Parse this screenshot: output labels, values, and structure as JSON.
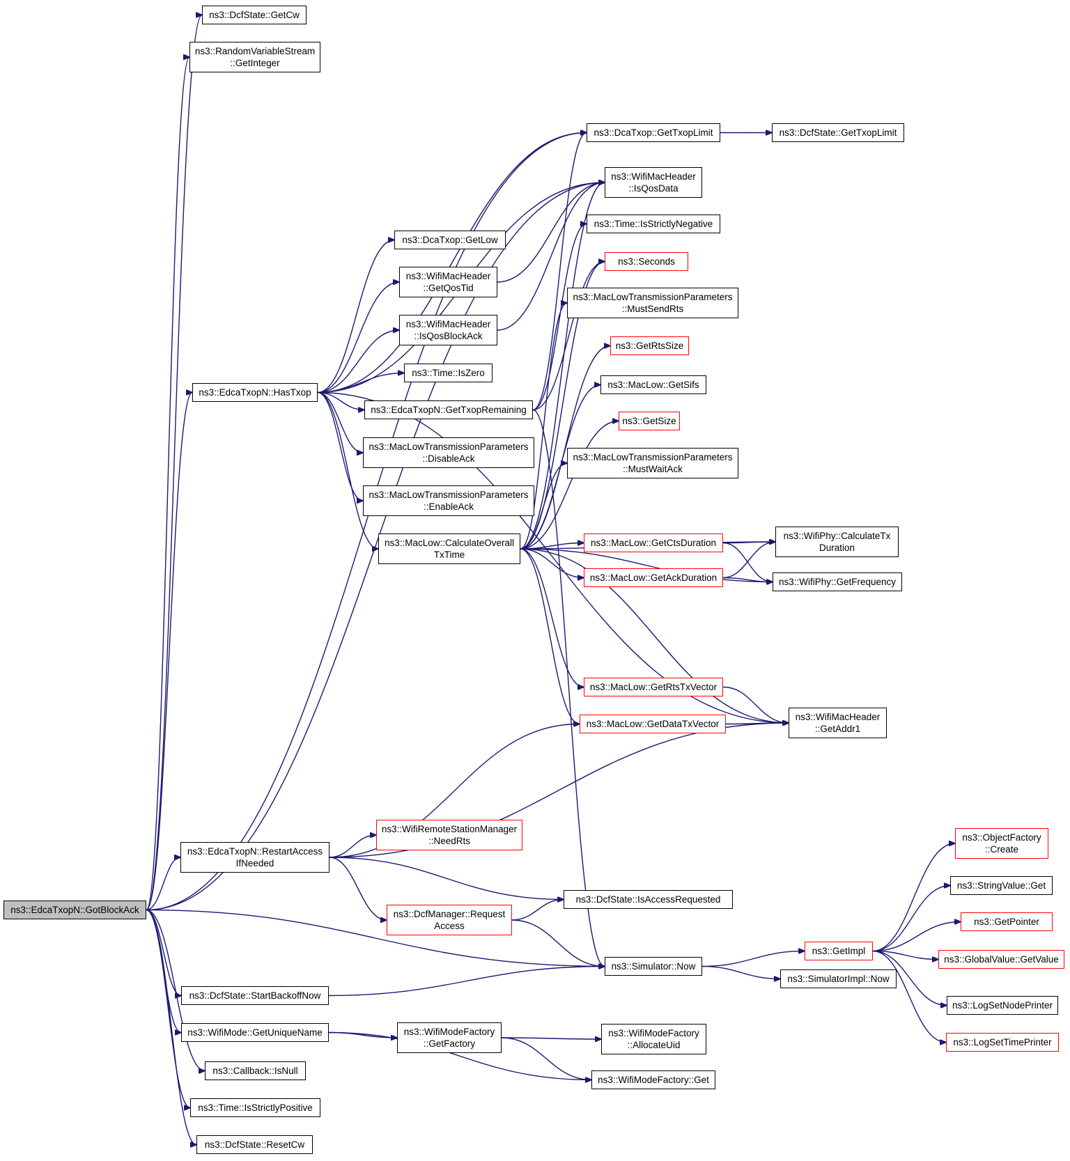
{
  "graph": {
    "root": "ns3::EdcaTxopN::GotBlockAck",
    "edge_color": "#191970",
    "box_border_color": "#000000",
    "highlight_border_color": "#ff0000",
    "root_fill": "#bfbfbf",
    "nodes": [
      {
        "id": "gotblockack",
        "label": "ns3::EdcaTxopN::GotBlockAck",
        "root": true
      },
      {
        "id": "getcw",
        "label": "ns3::DcfState::GetCw"
      },
      {
        "id": "getinteger",
        "label": "ns3::RandomVariableStream\n::GetInteger"
      },
      {
        "id": "gettxoplimit",
        "label": "ns3::DcaTxop::GetTxopLimit"
      },
      {
        "id": "dcfgettxoplimit",
        "label": "ns3::DcfState::GetTxopLimit"
      },
      {
        "id": "isqosdata",
        "label": "ns3::WifiMacHeader\n::IsQosData"
      },
      {
        "id": "isstrictlynegative",
        "label": "ns3::Time::IsStrictlyNegative"
      },
      {
        "id": "getlow",
        "label": "ns3::DcaTxop::GetLow"
      },
      {
        "id": "seconds",
        "label": "ns3::Seconds",
        "red": true
      },
      {
        "id": "getqostid",
        "label": "ns3::WifiMacHeader\n::GetQosTid"
      },
      {
        "id": "mustsendrts",
        "label": "ns3::MacLowTransmissionParameters\n::MustSendRts"
      },
      {
        "id": "isqosblockack",
        "label": "ns3::WifiMacHeader\n::IsQosBlockAck"
      },
      {
        "id": "getrtssize",
        "label": "ns3::GetRtsSize",
        "red": true
      },
      {
        "id": "iszero",
        "label": "ns3::Time::IsZero"
      },
      {
        "id": "hastxop",
        "label": "ns3::EdcaTxopN::HasTxop"
      },
      {
        "id": "getsifs",
        "label": "ns3::MacLow::GetSifs"
      },
      {
        "id": "gettxopremaining",
        "label": "ns3::EdcaTxopN::GetTxopRemaining"
      },
      {
        "id": "getsize",
        "label": "ns3::GetSize",
        "red": true
      },
      {
        "id": "disableack",
        "label": "ns3::MacLowTransmissionParameters\n::DisableAck"
      },
      {
        "id": "mustwaitack",
        "label": "ns3::MacLowTransmissionParameters\n::MustWaitAck"
      },
      {
        "id": "enableack",
        "label": "ns3::MacLowTransmissionParameters\n::EnableAck"
      },
      {
        "id": "calctxtime",
        "label": "ns3::MacLow::CalculateOverall\nTxTime"
      },
      {
        "id": "getctsduration",
        "label": "ns3::MacLow::GetCtsDuration",
        "red": true
      },
      {
        "id": "phycalctx",
        "label": "ns3::WifiPhy::CalculateTx\nDuration"
      },
      {
        "id": "getackduration",
        "label": "ns3::MacLow::GetAckDuration",
        "red": true
      },
      {
        "id": "getfrequency",
        "label": "ns3::WifiPhy::GetFrequency"
      },
      {
        "id": "getrtstxvector",
        "label": "ns3::MacLow::GetRtsTxVector",
        "red": true
      },
      {
        "id": "getdatatxvector",
        "label": "ns3::MacLow::GetDataTxVector",
        "red": true
      },
      {
        "id": "getaddr1",
        "label": "ns3::WifiMacHeader\n::GetAddr1"
      },
      {
        "id": "needrts",
        "label": "ns3::WifiRemoteStationManager\n::NeedRts",
        "red": true
      },
      {
        "id": "restartaccess",
        "label": "ns3::EdcaTxopN::RestartAccess\nIfNeeded"
      },
      {
        "id": "objcreate",
        "label": "ns3::ObjectFactory\n::Create",
        "red": true
      },
      {
        "id": "stringget",
        "label": "ns3::StringValue::Get"
      },
      {
        "id": "isaccessrequested",
        "label": "ns3::DcfState::IsAccessRequested"
      },
      {
        "id": "requestaccess",
        "label": "ns3::DcfManager::Request\nAccess",
        "red": true
      },
      {
        "id": "getpointer",
        "label": "ns3::GetPointer",
        "red": true
      },
      {
        "id": "getimpl",
        "label": "ns3::GetImpl",
        "red": true
      },
      {
        "id": "globalget",
        "label": "ns3::GlobalValue::GetValue",
        "red": true
      },
      {
        "id": "simnow",
        "label": "ns3::Simulator::Now"
      },
      {
        "id": "simimplnow",
        "label": "ns3::SimulatorImpl::Now"
      },
      {
        "id": "startbackoff",
        "label": "ns3::DcfState::StartBackoffNow"
      },
      {
        "id": "lognodeprinter",
        "label": "ns3::LogSetNodePrinter"
      },
      {
        "id": "getuniquename",
        "label": "ns3::WifiMode::GetUniqueName"
      },
      {
        "id": "modegetfactory",
        "label": "ns3::WifiModeFactory\n::GetFactory"
      },
      {
        "id": "allocateuid",
        "label": "ns3::WifiModeFactory\n::AllocateUid"
      },
      {
        "id": "logtimeprinter",
        "label": "ns3::LogSetTimePrinter",
        "red": true
      },
      {
        "id": "isnull",
        "label": "ns3::Callback::IsNull"
      },
      {
        "id": "modefactoryget",
        "label": "ns3::WifiModeFactory::Get"
      },
      {
        "id": "isstrictlypositive",
        "label": "ns3::Time::IsStrictlyPositive"
      },
      {
        "id": "resetcw",
        "label": "ns3::DcfState::ResetCw"
      }
    ],
    "edges": [
      [
        "gotblockack",
        "getcw"
      ],
      [
        "gotblockack",
        "getinteger"
      ],
      [
        "gotblockack",
        "gettxoplimit"
      ],
      [
        "gotblockack",
        "isqosdata"
      ],
      [
        "gotblockack",
        "hastxop"
      ],
      [
        "gotblockack",
        "restartaccess"
      ],
      [
        "gotblockack",
        "simnow"
      ],
      [
        "gotblockack",
        "startbackoff"
      ],
      [
        "gotblockack",
        "getuniquename"
      ],
      [
        "gotblockack",
        "isnull"
      ],
      [
        "gotblockack",
        "isstrictlypositive"
      ],
      [
        "gotblockack",
        "resetcw"
      ],
      [
        "gettxoplimit",
        "dcfgettxoplimit"
      ],
      [
        "hastxop",
        "gettxoplimit"
      ],
      [
        "hastxop",
        "isqosdata"
      ],
      [
        "hastxop",
        "getlow"
      ],
      [
        "hastxop",
        "getqostid"
      ],
      [
        "hastxop",
        "isqosblockack"
      ],
      [
        "hastxop",
        "iszero"
      ],
      [
        "hastxop",
        "gettxopremaining"
      ],
      [
        "hastxop",
        "disableack"
      ],
      [
        "hastxop",
        "enableack"
      ],
      [
        "hastxop",
        "calctxtime"
      ],
      [
        "hastxop",
        "getaddr1"
      ],
      [
        "getqostid",
        "isqosdata"
      ],
      [
        "isqosblockack",
        "isqosdata"
      ],
      [
        "gettxopremaining",
        "gettxoplimit"
      ],
      [
        "gettxopremaining",
        "isstrictlynegative"
      ],
      [
        "gettxopremaining",
        "seconds"
      ],
      [
        "gettxopremaining",
        "simnow"
      ],
      [
        "calctxtime",
        "isqosdata"
      ],
      [
        "calctxtime",
        "seconds"
      ],
      [
        "calctxtime",
        "mustsendrts"
      ],
      [
        "calctxtime",
        "getrtssize"
      ],
      [
        "calctxtime",
        "getsifs"
      ],
      [
        "calctxtime",
        "getsize"
      ],
      [
        "calctxtime",
        "mustwaitack"
      ],
      [
        "calctxtime",
        "phycalctx"
      ],
      [
        "calctxtime",
        "getctsduration"
      ],
      [
        "calctxtime",
        "getackduration"
      ],
      [
        "calctxtime",
        "getfrequency"
      ],
      [
        "calctxtime",
        "getrtstxvector"
      ],
      [
        "calctxtime",
        "getdatatxvector"
      ],
      [
        "calctxtime",
        "getaddr1"
      ],
      [
        "getctsduration",
        "phycalctx"
      ],
      [
        "getctsduration",
        "getfrequency"
      ],
      [
        "getackduration",
        "phycalctx"
      ],
      [
        "getackduration",
        "getfrequency"
      ],
      [
        "getrtstxvector",
        "getaddr1"
      ],
      [
        "getdatatxvector",
        "getaddr1"
      ],
      [
        "restartaccess",
        "getdatatxvector"
      ],
      [
        "restartaccess",
        "getaddr1"
      ],
      [
        "restartaccess",
        "needrts"
      ],
      [
        "restartaccess",
        "isaccessrequested"
      ],
      [
        "restartaccess",
        "requestaccess"
      ],
      [
        "requestaccess",
        "isaccessrequested"
      ],
      [
        "requestaccess",
        "simnow"
      ],
      [
        "simnow",
        "getimpl"
      ],
      [
        "simnow",
        "simimplnow"
      ],
      [
        "getimpl",
        "objcreate"
      ],
      [
        "getimpl",
        "stringget"
      ],
      [
        "getimpl",
        "getpointer"
      ],
      [
        "getimpl",
        "globalget"
      ],
      [
        "getimpl",
        "lognodeprinter"
      ],
      [
        "getimpl",
        "logtimeprinter"
      ],
      [
        "startbackoff",
        "simnow"
      ],
      [
        "getuniquename",
        "modegetfactory"
      ],
      [
        "getuniquename",
        "modefactoryget"
      ],
      [
        "modegetfactory",
        "allocateuid"
      ],
      [
        "modegetfactory",
        "modefactoryget"
      ]
    ]
  }
}
